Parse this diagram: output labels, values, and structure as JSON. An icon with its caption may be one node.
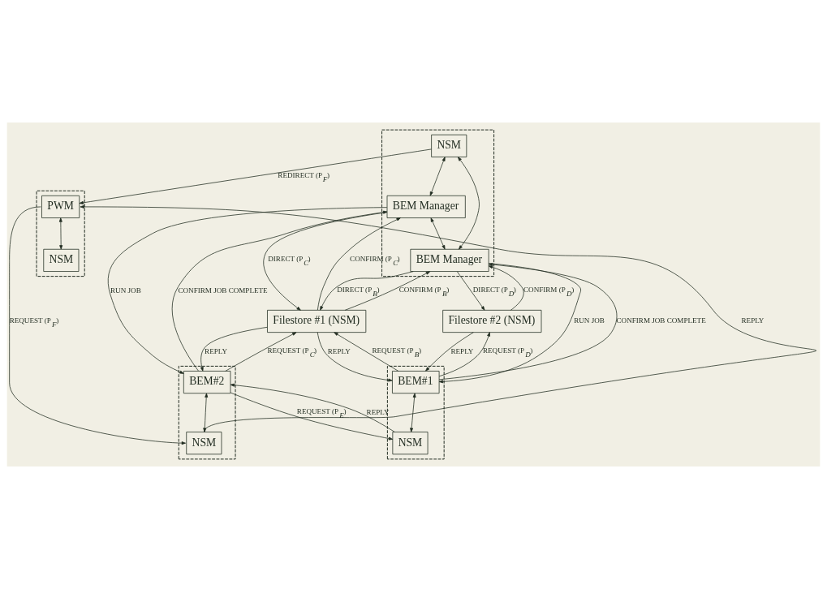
{
  "diagram": {
    "nodes": [
      {
        "text": [],
        "shape": "box"
      },
      {
        "text": [
          "PWM"
        ],
        "in": 0
      },
      {
        "text": [
          "NSM"
        ],
        "in": 0
      },
      {
        "text": [],
        "shape": "box"
      },
      {
        "text": [
          "NSM"
        ],
        "in": 3
      },
      {
        "text": [
          "BEM Manager"
        ],
        "in": 3
      },
      {
        "text": [
          "BEM Manager"
        ],
        "in": 3
      },
      {
        "text": [
          "Filestore #1 (NSM)"
        ]
      },
      {
        "text": [
          "Filestore #2 (NSM)"
        ]
      },
      {
        "text": [],
        "shape": "box"
      },
      {
        "text": [
          "BEM#2"
        ],
        "in": 9
      },
      {
        "text": [
          "NSM"
        ],
        "in": 9
      },
      {
        "text": [],
        "shape": "box"
      },
      {
        "text": [
          "BEM#1"
        ],
        "in": 12
      },
      {
        "text": [
          "NSM"
        ],
        "in": 12
      }
    ],
    "edges": [
      {
        "from": 1,
        "to": 2,
        "arrow": "both"
      },
      {
        "from": 4,
        "to": 1,
        "arrow": "to",
        "label": "REDIRECT (P$_{F}$)"
      },
      {
        "from": 11,
        "to": 1,
        "arrow": "to",
        "label": "REPLY"
      },
      {
        "from": 1,
        "to": 11,
        "arrow": "to",
        "label": "REQUEST (P$_{F}$)"
      },
      {
        "from": 5,
        "to": 4,
        "arrow": "both"
      },
      {
        "from": 6,
        "to": 4,
        "arrow": "both"
      },
      {
        "from": 5,
        "to": 6,
        "arrow": "both"
      },
      {
        "from": 5,
        "to": 10,
        "arrow": "to",
        "label": "RUN JOB"
      },
      {
        "from": 10,
        "to": 5,
        "arrow": "to",
        "label": "CONFIRM JOB COMPLETE"
      },
      {
        "from": 5,
        "to": 7,
        "arrow": "to",
        "label": "DIRECT (P$_{C}$)"
      },
      {
        "from": 7,
        "to": 5,
        "arrow": "to",
        "label": "CONFIRM (P$_{C}$)"
      },
      {
        "from": 6,
        "to": 7,
        "arrow": "to",
        "label": "DIRECT (P$_{B}$)"
      },
      {
        "from": 7,
        "to": 6,
        "arrow": "to",
        "label": "CONFIRM (P$_{B}$)"
      },
      {
        "from": 6,
        "to": 13,
        "arrow": "to",
        "label": "RUN JOB"
      },
      {
        "from": 13,
        "to": 6,
        "arrow": "to",
        "label": "CONFIRM JOB COMPLETE"
      },
      {
        "from": 6,
        "to": 8,
        "arrow": "to",
        "label": "DIRECT (P$_{D}$)"
      },
      {
        "from": 8,
        "to": 6,
        "arrow": "to",
        "label": "CONFIRM (P$_{D}$)"
      },
      {
        "from": 7,
        "to": 13,
        "arrow": "to",
        "label": "REPLY"
      },
      {
        "from": 13,
        "to": 7,
        "arrow": "to",
        "label": "REQUEST (P$_{B}$)"
      },
      {
        "from": 7,
        "to": 10,
        "arrow": "to",
        "label": "REPLY"
      },
      {
        "from": 10,
        "to": 7,
        "arrow": "to",
        "label": "REQUEST (P$_{C}$)"
      },
      {
        "from": 8,
        "to": 13,
        "arrow": "to",
        "label": "REPLY"
      },
      {
        "from": 13,
        "to": 8,
        "arrow": "to",
        "label": "REQUEST (P$_{D}$)"
      },
      {
        "from": 10,
        "to": 14,
        "arrow": "to",
        "label": "REQUEST (P$_{E}$)"
      },
      {
        "from": 14,
        "to": 10,
        "arrow": "to",
        "label": "REPLY"
      },
      {
        "from": 10,
        "to": 11,
        "arrow": "both"
      },
      {
        "from": 13,
        "to": 14,
        "arrow": "both"
      }
    ]
  }
}
